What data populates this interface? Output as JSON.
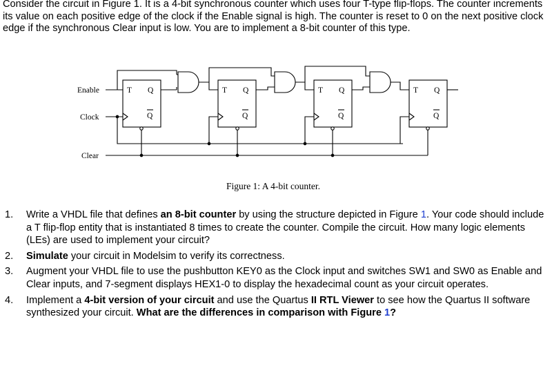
{
  "intro": "Consider the circuit in Figure 1. It is a 4-bit synchronous counter which uses four T-type flip-flops. The counter increments its value on each positive edge of the clock if the Enable signal is high. The counter is reset to 0 on the next positive clock edge if the synchronous Clear input is low. You are to implement a 8-bit counter of this type.",
  "figure": {
    "labels": {
      "enable": "Enable",
      "clock": "Clock",
      "clear": "Clear"
    },
    "ff_t": "T",
    "ff_q": "Q",
    "ff_qbar": "Q",
    "caption": "Figure 1: A 4-bit counter."
  },
  "tasks": [
    {
      "num": "1.",
      "parts": [
        {
          "t": "Write a VHDL file that defines "
        },
        {
          "t": "an 8-bit counter",
          "b": true
        },
        {
          "t": " by using the structure depicted in Figure "
        },
        {
          "t": "1",
          "link": true
        },
        {
          "t": ". Your code should include a T flip-flop entity that is instantiated 8 times to create the counter. Compile the circuit. How many logic elements (LEs) are used to implement your circuit?"
        }
      ]
    },
    {
      "num": "2.",
      "parts": [
        {
          "t": "Simulate",
          "b": true
        },
        {
          "t": " your circuit in Modelsim to verify its correctness."
        }
      ]
    },
    {
      "num": "3.",
      "parts": [
        {
          "t": "Augment your VHDL file to use the pushbutton KEY0 as the Clock input and switches SW1 and SW0 as Enable and Clear inputs, and 7-segment displays HEX1-0 to display the hexadecimal count as your circuit operates."
        }
      ]
    },
    {
      "num": "4.",
      "parts": [
        {
          "t": "Implement a "
        },
        {
          "t": "4-bit version of your circuit",
          "b": true
        },
        {
          "t": " and use the Quartus "
        },
        {
          "t": "II RTL Viewer",
          "b": true
        },
        {
          "t": " to see how the Quartus II software synthesized your circuit. "
        },
        {
          "t": "What are the differences in comparison with Figure ",
          "b": true
        },
        {
          "t": "1",
          "b": true,
          "link": true
        },
        {
          "t": "?",
          "b": true
        }
      ]
    }
  ]
}
